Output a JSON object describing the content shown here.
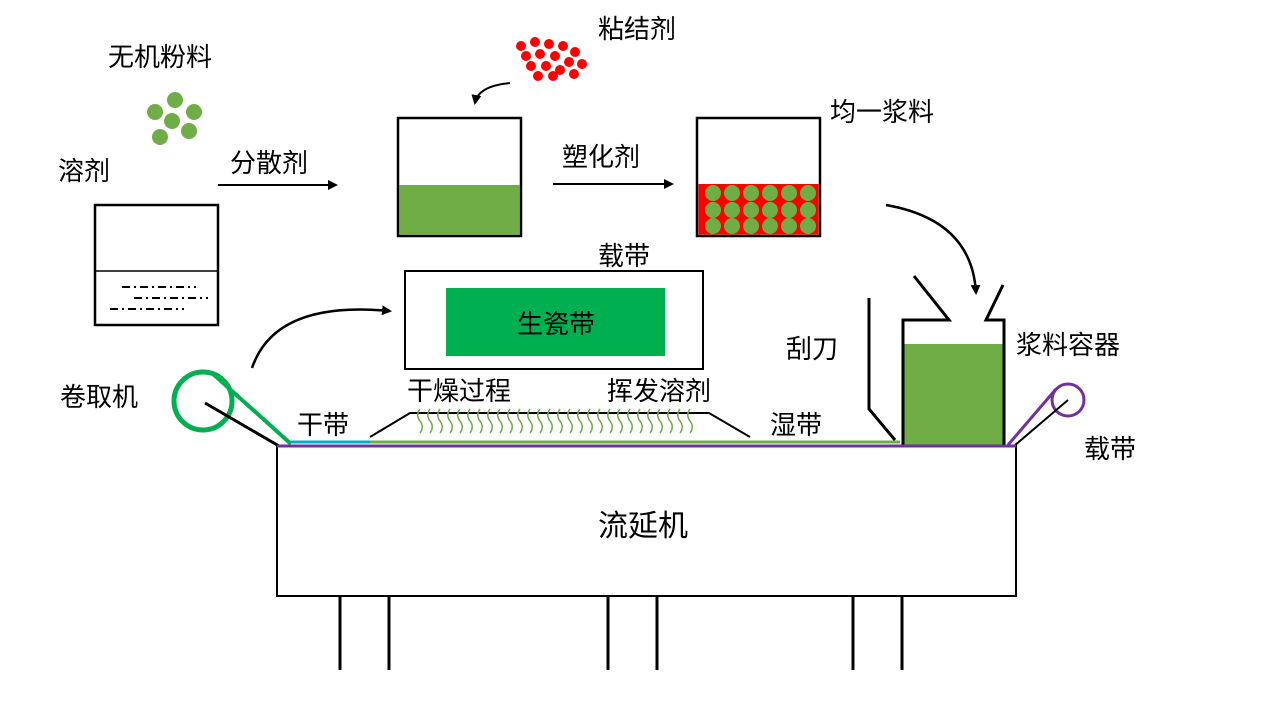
{
  "labels": {
    "inorganic_powder": "无机粉料",
    "binder": "粘结剂",
    "homogeneous_slurry": "均一浆料",
    "solvent": "溶剂",
    "dispersant": "分散剂",
    "plasticizer": "塑化剂",
    "carrier_tape_top": "载带",
    "green_tape": "生瓷带",
    "winder": "卷取机",
    "drying_process": "干燥过程",
    "evaporate_solvent": "挥发溶剂",
    "dry_tape": "干带",
    "wet_tape": "湿带",
    "doctor_blade": "刮刀",
    "slurry_container": "浆料容器",
    "carrier_tape_right": "载带",
    "casting_machine": "流延机"
  },
  "colors": {
    "slurry_green": "#70ad47",
    "tape_green": "#00b050",
    "binder_red": "#ff0000",
    "winder_green": "#00b050",
    "carrier_purple": "#7030a0",
    "outline": "#000000"
  }
}
